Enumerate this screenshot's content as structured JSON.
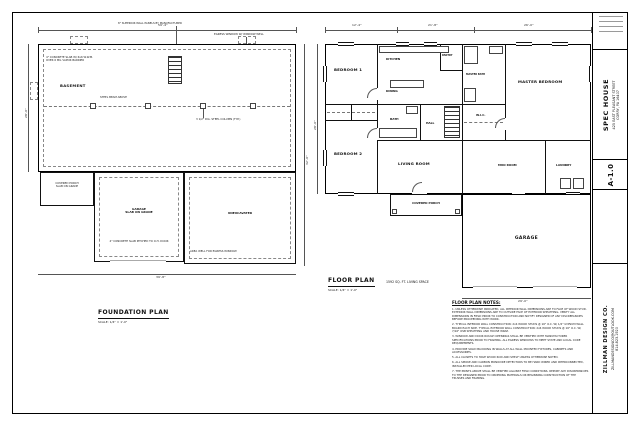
{
  "title_block": {
    "sheet_number": "A-1.0",
    "project_name": "SPEC HOUSE",
    "project_address1": "425 EAST PLEASANT STREET",
    "project_address2": "CORRY, PA 16407",
    "firm_name": "ZILLMAN DESIGN CO.",
    "firm_email": "ZILLMANDESIGNCO@OUTLOOK.COM",
    "firm_phone": "814.823.1920"
  },
  "foundation_plan": {
    "title": "FOUNDATION PLAN",
    "scale": "SCALE: 1/4\" = 1'-0\"",
    "dims": [
      "59'-4\"",
      "28'-0\"",
      "39'-8\"",
      "32'-0\""
    ],
    "annotations": [
      "8\" SUPERIOR WALL PANELS BY MANUFACTURER",
      "4\" CONCRETE SLAB W/ 6x6 W.W.M. OVER 6 MIL VAPOR BARRIER",
      "BASEMENT",
      "EGRESS WINDOW W/ WINDOW WELL",
      "STEEL BEAM ABOVE",
      "3 1/2\" DIA. STEEL COLUMN (TYP.)",
      "COVERED PORCH\nSLAB ON GRADE",
      "GARAGE\nSLAB ON GRADE",
      "4\" CONCRETE SLAB PITCHED TO O.H. DOOR",
      "AREA WELL FOR EGRESS WINDOW",
      "UNEXCAVATED"
    ]
  },
  "floor_plan": {
    "title": "FLOOR PLAN",
    "area_label": "1592 SQ. FT. LIVING SPACE",
    "scale": "SCALE: 1/4\" = 1'-0\"",
    "dims": [
      "12'-4\"",
      "21'-8\"",
      "26'-0\"",
      "28'-0\"",
      "29'-0\""
    ],
    "rooms": [
      "BEDROOM 1",
      "BEDROOM 2",
      "KITCHEN",
      "DINING",
      "PANTRY",
      "MASTER BEDROOM",
      "MASTER BATH",
      "W.I.C.",
      "BATH",
      "HALL",
      "LIVING ROOM",
      "MUD ROOM",
      "LAUNDRY",
      "COVERED PORCH",
      "GARAGE"
    ]
  },
  "notes": {
    "heading": "FLOOR PLAN NOTES:",
    "items": [
      "1.  UNLESS OTHERWISE INDICATED, ALL INTERIOR WALL DIMENSIONS ARE TO FACE OF WOOD STUD. EXTERIOR WALL DIMENSIONS ARE TO OUTSIDE FACE OF EXTERIOR SHEATHING. VERIFY ALL DIMENSIONS IN FIELD PRIOR TO CONSTRUCTION AND NOTIFY DESIGNER OF ANY DISCREPANCIES BEFORE PROCEEDING WITH WORK.",
      "2.  TYPICAL INTERIOR WALL CONSTRUCTION: 2x4 WOOD STUDS @ 16\" O.C. W/ 1/2\" GYPSUM WALL BOARD EACH SIDE. TYPICAL EXTERIOR WALL CONSTRUCTION: 2x6 WOOD STUDS @ 16\" O.C. W/ 7/16\" OSB SHEATHING AND HOUSE WRAP.",
      "3.  WINDOW AND DOOR ROUGH OPENINGS SHALL BE VERIFIED WITH MANUFACTURER SPECIFICATIONS PRIOR TO FRAMING. ALL EGRESS WINDOWS TO MEET STATE AND LOCAL CODE REQUIREMENTS.",
      "4.  PROVIDE SOLID BLOCKING IN WALLS AT ALL WALL MOUNTED FIXTURES, CABINETS AND ACCESSORIES.",
      "5.  ALL CLOSETS TO HAVE WOOD ROD AND SHELF UNLESS OTHERWISE NOTED.",
      "6.  ALL SMOKE AND CARBON MONOXIDE DETECTORS TO BE HARD WIRED AND INTERCONNECTED, INSTALLED PER LOCAL CODE.",
      "7.  THE PRINTS ABOVE SHALL BE VERIFIED AGAINST FIELD CONDITIONS. REPORT ANY DISCREPANCIES TO THE DESIGNER PRIOR TO ORDERING MATERIALS OR BEGINNING CONSTRUCTION OF THE TRUSSES AND FRAMING."
    ]
  }
}
